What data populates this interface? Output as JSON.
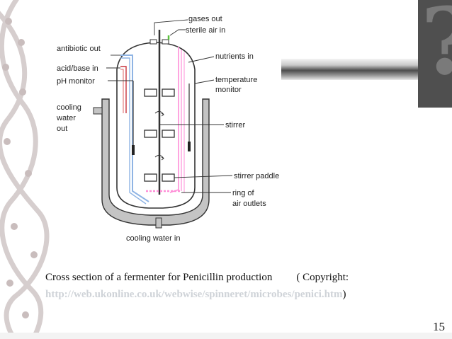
{
  "caption": {
    "text": "Cross section of a fermenter for Penicillin production",
    "copyright": "( Copyright:",
    "url": "http://web.ukonline.co.uk/webwise/spinneret/microbes/penici.htm",
    "close_paren": ")"
  },
  "page_number": "15",
  "diagram": {
    "labels": {
      "gases_out": "gases out",
      "sterile_air_in": "sterile air in",
      "antibiotic_out": "antibiotic out",
      "nutrients_in": "nutrients in",
      "acid_base_in": "acid/base in",
      "ph_monitor": "pH monitor",
      "temperature": "temperature",
      "monitor": "monitor",
      "cooling": "cooling",
      "water": "water",
      "out": "out",
      "stirrer": "stirrer",
      "stirrer_paddle": "stirrer paddle",
      "ring_of": "ring of",
      "air_outlets": "air outlets",
      "cooling_water_in": "cooling water in"
    }
  },
  "colors": {
    "jacket": "#c4c4c4",
    "pipe_blue": "#8fb4e4",
    "pipe_pink": "#ff8fd8",
    "pipe_green": "#58c23a",
    "pipe_red": "#c8323c",
    "banner_dark": "#4c4c4c",
    "question_box": "#4f4f4f"
  }
}
